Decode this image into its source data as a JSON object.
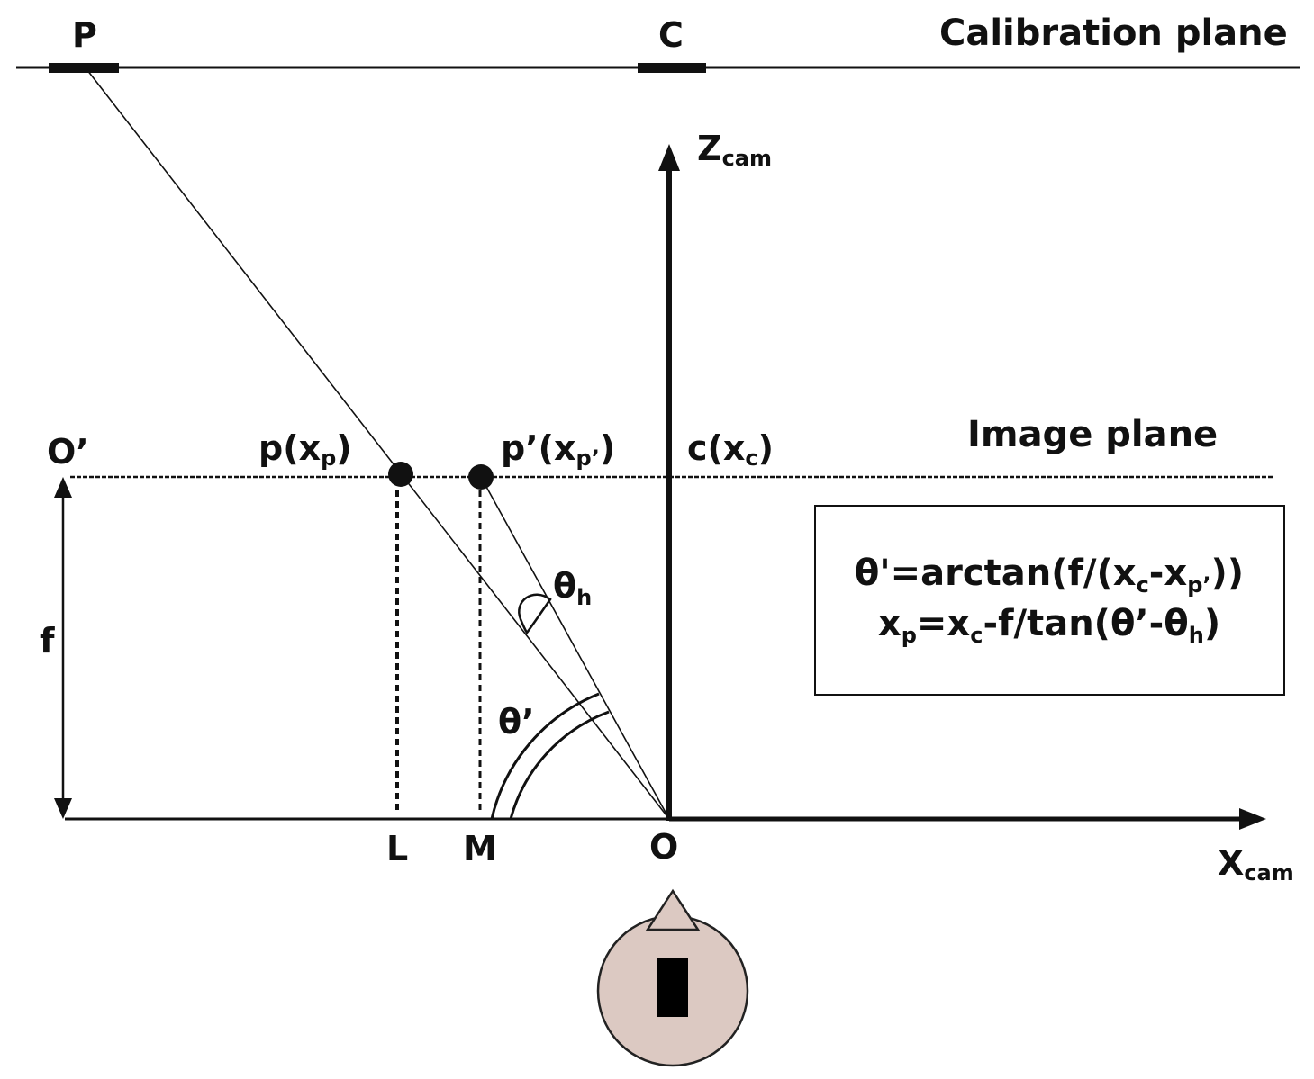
{
  "planes": {
    "calibration_label": "Calibration plane",
    "image_label": "Image plane"
  },
  "points": {
    "P": "P",
    "C": "C",
    "O_prime": "O’",
    "p_main": "p(x",
    "p_sub": "p",
    "p_close": ")",
    "pp_main": "p’(x",
    "pp_sub": "p’",
    "pp_close": ")",
    "c_main": "c(x",
    "c_sub": "c",
    "c_close": ")",
    "L": "L",
    "M": "M",
    "O": "O"
  },
  "axes": {
    "z_main": "Z",
    "z_sub": "cam",
    "x_main": "X",
    "x_sub": "cam"
  },
  "labels": {
    "f": "f",
    "theta_h_main": "θ",
    "theta_h_sub": "h",
    "theta_prime": "θ’"
  },
  "equations": {
    "eq1_a": "θ'=arctan(f/(x",
    "eq1_sub1": "c",
    "eq1_b": "-x",
    "eq1_sub2": "p’",
    "eq1_c": "))",
    "eq2_a": "x",
    "eq2_sub1": "p",
    "eq2_b": "=x",
    "eq2_sub2": "c",
    "eq2_c": "-f/tan(θ’-θ",
    "eq2_sub3": "h",
    "eq2_d": ")"
  },
  "colors": {
    "line": "#111111",
    "camera_fill": "#dcc9c2",
    "camera_stroke": "#222222",
    "camera_lens": "#000000"
  }
}
